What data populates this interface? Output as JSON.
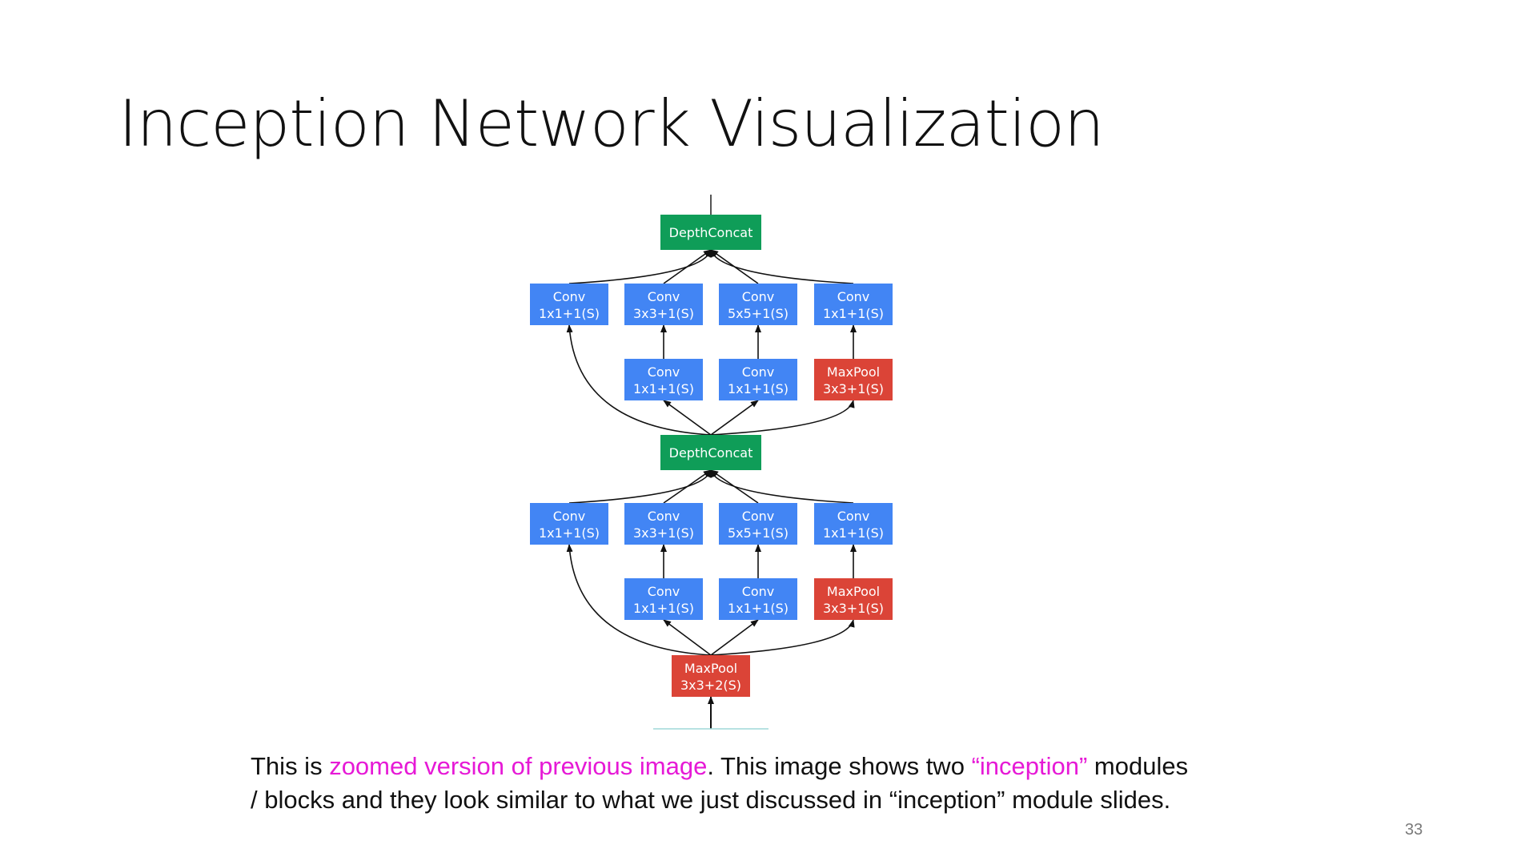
{
  "slide": {
    "title": "Inception Network Visualization",
    "page_number": "33"
  },
  "caption": {
    "line1": [
      {
        "text": "This is ",
        "highlight": false
      },
      {
        "text": "zoomed version of previous image",
        "highlight": true
      },
      {
        "text": ". This image shows two ",
        "highlight": false
      },
      {
        "text": "“inception”",
        "highlight": true
      },
      {
        "text": " modules",
        "highlight": false
      }
    ],
    "line2": "/ blocks and they look similar to what we just discussed in “inception” module slides."
  },
  "colors": {
    "conv": "#4285f4",
    "pool": "#db4437",
    "concat": "#0f9d58",
    "text": "#111111",
    "highlight": "#e619d6"
  },
  "diagram": {
    "nodes": [
      {
        "id": "concat_top",
        "kind": "concat",
        "lines": [
          "DepthConcat"
        ]
      },
      {
        "id": "t_c1",
        "kind": "conv",
        "lines": [
          "Conv",
          "1x1+1(S)"
        ]
      },
      {
        "id": "t_c3",
        "kind": "conv",
        "lines": [
          "Conv",
          "3x3+1(S)"
        ]
      },
      {
        "id": "t_c5",
        "kind": "conv",
        "lines": [
          "Conv",
          "5x5+1(S)"
        ]
      },
      {
        "id": "t_cp",
        "kind": "conv",
        "lines": [
          "Conv",
          "1x1+1(S)"
        ]
      },
      {
        "id": "t_r3",
        "kind": "conv",
        "lines": [
          "Conv",
          "1x1+1(S)"
        ]
      },
      {
        "id": "t_r5",
        "kind": "conv",
        "lines": [
          "Conv",
          "1x1+1(S)"
        ]
      },
      {
        "id": "t_mp",
        "kind": "pool",
        "lines": [
          "MaxPool",
          "3x3+1(S)"
        ]
      },
      {
        "id": "concat_mid",
        "kind": "concat",
        "lines": [
          "DepthConcat"
        ]
      },
      {
        "id": "b_c1",
        "kind": "conv",
        "lines": [
          "Conv",
          "1x1+1(S)"
        ]
      },
      {
        "id": "b_c3",
        "kind": "conv",
        "lines": [
          "Conv",
          "3x3+1(S)"
        ]
      },
      {
        "id": "b_c5",
        "kind": "conv",
        "lines": [
          "Conv",
          "5x5+1(S)"
        ]
      },
      {
        "id": "b_cp",
        "kind": "conv",
        "lines": [
          "Conv",
          "1x1+1(S)"
        ]
      },
      {
        "id": "b_r3",
        "kind": "conv",
        "lines": [
          "Conv",
          "1x1+1(S)"
        ]
      },
      {
        "id": "b_r5",
        "kind": "conv",
        "lines": [
          "Conv",
          "1x1+1(S)"
        ]
      },
      {
        "id": "b_mp",
        "kind": "pool",
        "lines": [
          "MaxPool",
          "3x3+1(S)"
        ]
      },
      {
        "id": "maxpool_in",
        "kind": "pool",
        "lines": [
          "MaxPool",
          "3x3+2(S)"
        ]
      }
    ],
    "edges": [
      [
        "t_c1",
        "concat_top"
      ],
      [
        "t_c3",
        "concat_top"
      ],
      [
        "t_c5",
        "concat_top"
      ],
      [
        "t_cp",
        "concat_top"
      ],
      [
        "t_r3",
        "t_c3"
      ],
      [
        "t_r5",
        "t_c5"
      ],
      [
        "t_mp",
        "t_cp"
      ],
      [
        "concat_mid",
        "t_c1"
      ],
      [
        "concat_mid",
        "t_r3"
      ],
      [
        "concat_mid",
        "t_r5"
      ],
      [
        "concat_mid",
        "t_mp"
      ],
      [
        "b_c1",
        "concat_mid"
      ],
      [
        "b_c3",
        "concat_mid"
      ],
      [
        "b_c5",
        "concat_mid"
      ],
      [
        "b_cp",
        "concat_mid"
      ],
      [
        "b_r3",
        "b_c3"
      ],
      [
        "b_r5",
        "b_c5"
      ],
      [
        "b_mp",
        "b_cp"
      ],
      [
        "maxpool_in",
        "b_c1"
      ],
      [
        "maxpool_in",
        "b_r3"
      ],
      [
        "maxpool_in",
        "b_r5"
      ],
      [
        "maxpool_in",
        "b_mp"
      ]
    ]
  }
}
